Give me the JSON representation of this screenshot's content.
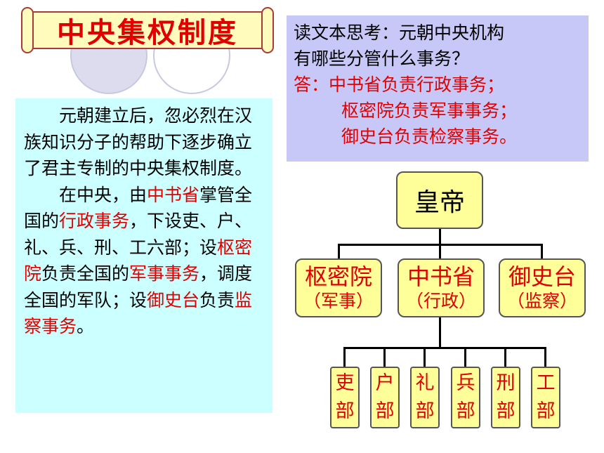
{
  "title": "中央集权制度",
  "question": {
    "line1": "读文本思考：元朝中央机构",
    "line2": "有哪些分管什么事务？",
    "answer_line1": "答：中书省负责行政事务；",
    "answer_line2": "枢密院负责军事事务；",
    "answer_line3": "御史台负责检察事务。"
  },
  "passage": {
    "p1": "元朝建立后，忽必烈在汉族知识分子的帮助下逐步确立了君主专制的中央集权制度。",
    "p2_a": "在中央，由",
    "p2_b": "中书省",
    "p2_c": "掌管全国的",
    "p2_d": "行政事务",
    "p2_e": "，下设吏、户、礼、兵、刑、工六部；设",
    "p2_f": "枢密院",
    "p2_g": "负责全国的",
    "p2_h": "军事事务",
    "p2_i": "，调度全国的军队；设",
    "p2_j": "御史台",
    "p2_k": "负责",
    "p2_l": "监察事务",
    "p2_m": "。"
  },
  "diagram": {
    "emperor": "皇帝",
    "shumi": {
      "name": "枢密院",
      "role": "（军事）"
    },
    "zhongshu": {
      "name": "中书省",
      "role": "（行政）"
    },
    "yushi": {
      "name": "御史台",
      "role": "（监察）"
    },
    "departments": [
      {
        "top": "吏",
        "bottom": "部"
      },
      {
        "top": "户",
        "bottom": "部"
      },
      {
        "top": "礼",
        "bottom": "部"
      },
      {
        "top": "兵",
        "bottom": "部"
      },
      {
        "top": "刑",
        "bottom": "部"
      },
      {
        "top": "工",
        "bottom": "部"
      }
    ]
  },
  "colors": {
    "accent_red": "#e00000",
    "question_bg": "#c8c8f8",
    "passage_bg": "#ccffff",
    "node_bg": "#ffff99"
  }
}
